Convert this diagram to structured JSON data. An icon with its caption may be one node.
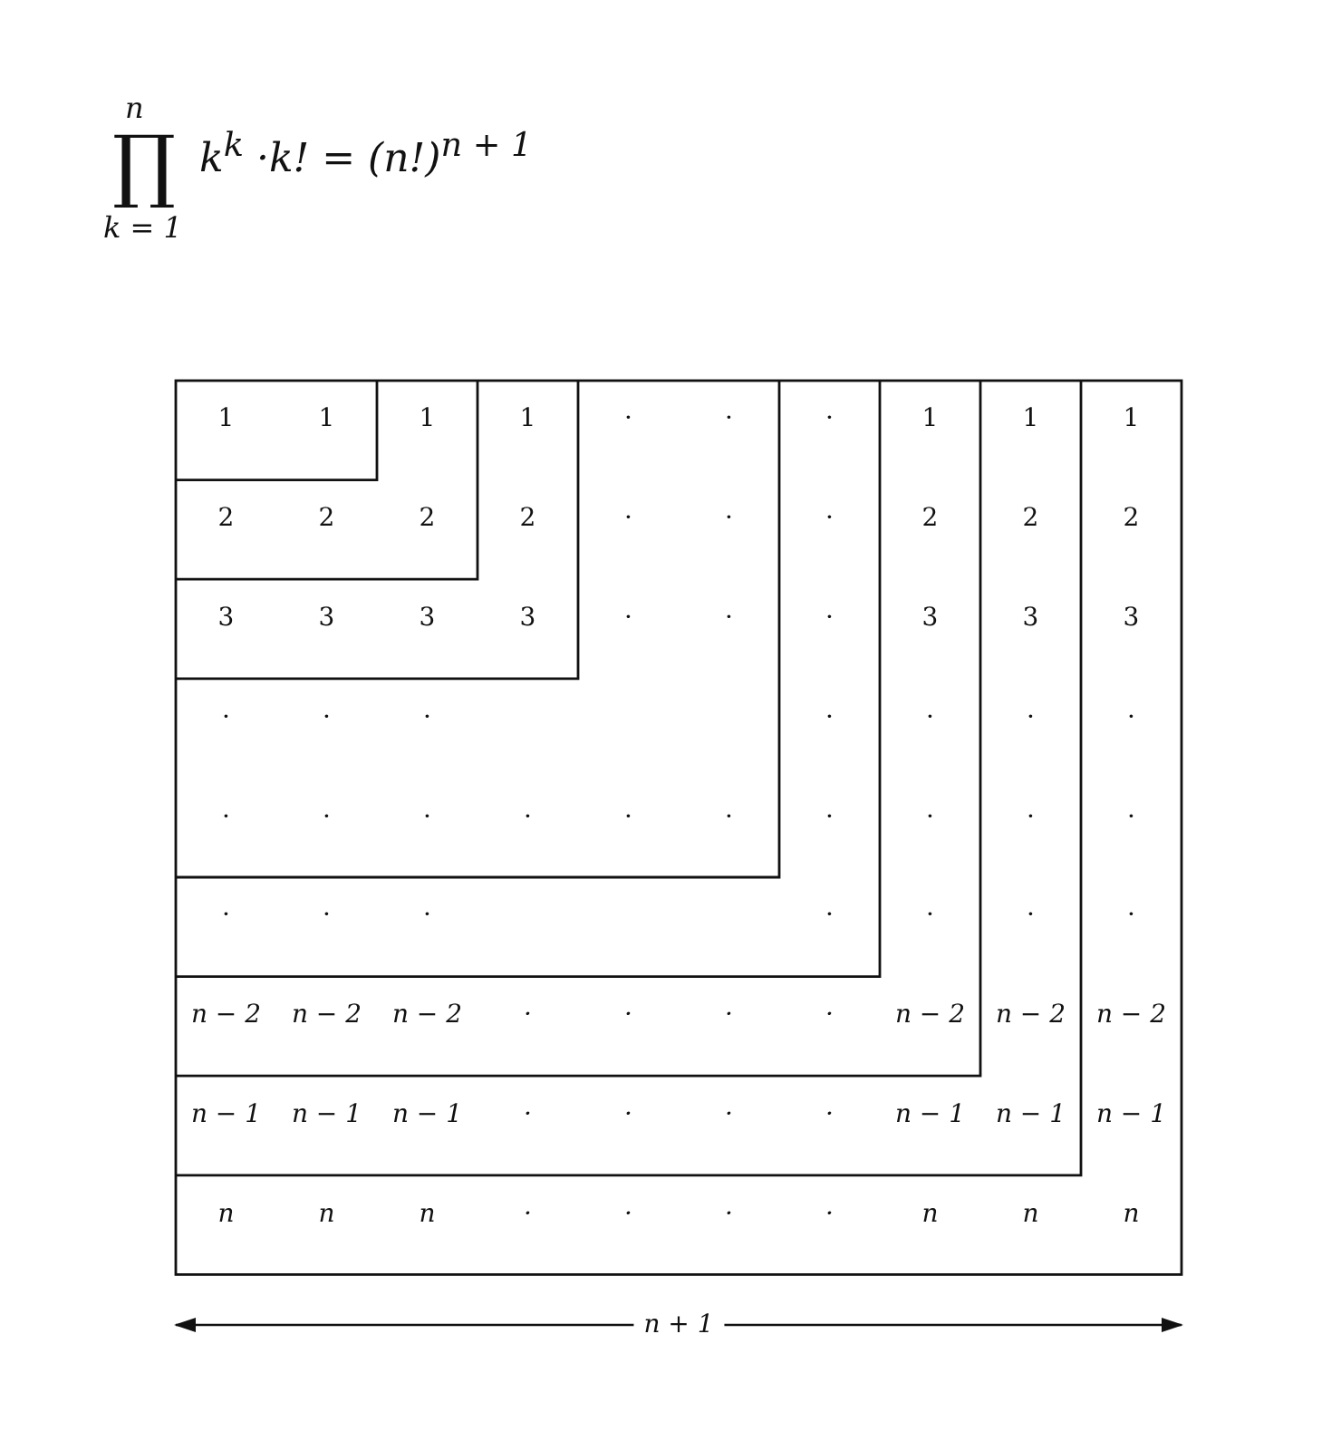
{
  "diagram": {
    "labels": [
      "n",
      "∏",
      "k = 1",
      "k$^{k}$ ·k!  =  (n!)$^{n + 1}$",
      "1",
      "1",
      "1",
      "1",
      "·",
      "·",
      "·",
      "1",
      "1",
      "1",
      "2",
      "2",
      "2",
      "2",
      "·",
      "·",
      "·",
      "2",
      "2",
      "2",
      "3",
      "3",
      "3",
      "3",
      "·",
      "·",
      "·",
      "3",
      "3",
      "3",
      "·",
      "·",
      "·",
      "·",
      "·",
      "·",
      "·",
      "·",
      "·",
      "·",
      "·",
      "·",
      "·",
      "·",
      "·",
      "·",
      "·",
      "·",
      "·",
      "·",
      "·",
      "·",
      "·",
      "·",
      "n − 2",
      "n − 2",
      "n − 2",
      "·",
      "·",
      "·",
      "·",
      "n − 2",
      "n − 2",
      "n − 2",
      "n − 1",
      "n − 1",
      "n − 1",
      "·",
      "·",
      "·",
      "·",
      "n − 1",
      "n − 1",
      "n − 1",
      "n",
      "n",
      "n",
      "·",
      "·",
      "·",
      "·",
      "n",
      "n",
      "n",
      "n + 1"
    ]
  }
}
